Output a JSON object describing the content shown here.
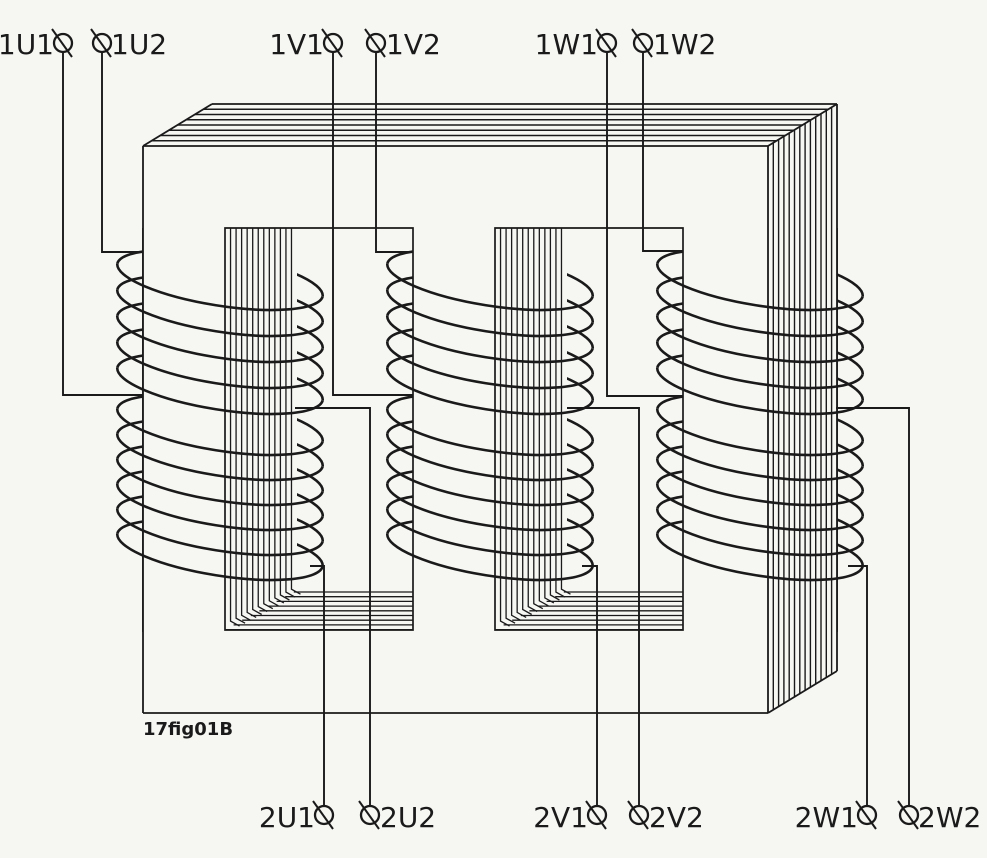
{
  "figure": {
    "caption": "17fig01B"
  },
  "colors": {
    "background": "#f6f6f3",
    "line": "#1a1a1a"
  },
  "diagram": {
    "kind": "three-phase-transformer-core-with-windings",
    "terminal_symbol": "circle-with-slash-icon"
  },
  "terminals": {
    "top": [
      {
        "label": "1U1"
      },
      {
        "label": "1U2"
      },
      {
        "label": "1V1"
      },
      {
        "label": "1V2"
      },
      {
        "label": "1W1"
      },
      {
        "label": "1W2"
      }
    ],
    "bottom": [
      {
        "label": "2U1"
      },
      {
        "label": "2U2"
      },
      {
        "label": "2V1"
      },
      {
        "label": "2V2"
      },
      {
        "label": "2W1"
      },
      {
        "label": "2W2"
      }
    ]
  }
}
